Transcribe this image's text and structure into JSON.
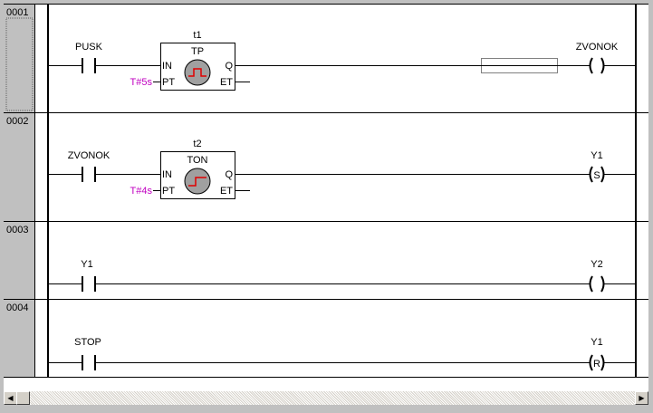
{
  "rungs": [
    {
      "number": "0001",
      "contact": "PUSK",
      "block": {
        "instance": "t1",
        "type": "TP",
        "in": "IN",
        "pt": "PT",
        "q": "Q",
        "et": "ET",
        "pt_value": "T#5s"
      },
      "coil": {
        "name": "ZVONOK",
        "symbol": " "
      }
    },
    {
      "number": "0002",
      "contact": "ZVONOK",
      "block": {
        "instance": "t2",
        "type": "TON",
        "in": "IN",
        "pt": "PT",
        "q": "Q",
        "et": "ET",
        "pt_value": "T#4s"
      },
      "coil": {
        "name": "Y1",
        "symbol": "S"
      }
    },
    {
      "number": "0003",
      "contact": "Y1",
      "coil": {
        "name": "Y2",
        "symbol": " "
      }
    },
    {
      "number": "0004",
      "contact": "STOP",
      "coil": {
        "name": "Y1",
        "symbol": "R"
      }
    }
  ],
  "colors": {
    "pt_value": "#c000c0",
    "timer_signal": "#e00000"
  },
  "scrollbar": {
    "left_arrow": "◀",
    "right_arrow": "▶"
  }
}
